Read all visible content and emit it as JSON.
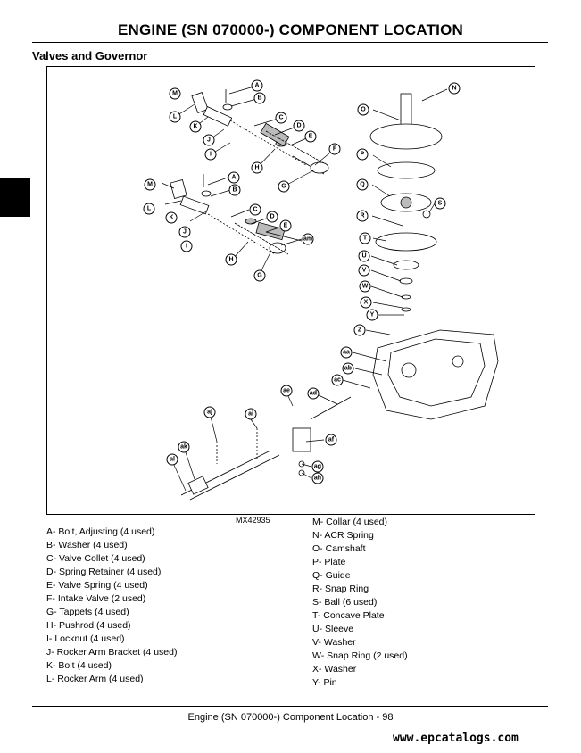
{
  "header": {
    "title": "ENGINE (SN 070000-)   COMPONENT LOCATION"
  },
  "section": {
    "title": "Valves and Governor"
  },
  "figure": {
    "id": "MX42935",
    "callouts": [
      "A",
      "B",
      "C",
      "D",
      "E",
      "F",
      "G",
      "H",
      "I",
      "J",
      "K",
      "L",
      "M",
      "N",
      "O",
      "P",
      "Q",
      "R",
      "S",
      "T",
      "U",
      "V",
      "W",
      "X",
      "Y",
      "Z",
      "aa",
      "ab",
      "ac",
      "ad",
      "ae",
      "af",
      "ag",
      "ah",
      "ai",
      "aj",
      "ak",
      "al",
      "am"
    ]
  },
  "legend": {
    "left": [
      "A- Bolt, Adjusting (4 used)",
      "B- Washer (4 used)",
      "C- Valve Collet (4 used)",
      "D- Spring Retainer (4 used)",
      "E- Valve Spring (4 used)",
      "F- Intake Valve (2 used)",
      "G-  Tappets (4 used)",
      "H- Pushrod (4 used)",
      "I- Locknut (4 used)",
      "J- Rocker Arm Bracket (4 used)",
      "K- Bolt (4 used)",
      "L- Rocker Arm (4 used)"
    ],
    "right": [
      "M- Collar (4 used)",
      "N- ACR Spring",
      "O- Camshaft",
      "P- Plate",
      "Q- Guide",
      "R- Snap Ring",
      "S- Ball (6 used)",
      "T- Concave Plate",
      "U- Sleeve",
      "V- Washer",
      "W- Snap Ring (2 used)",
      "X- Washer",
      "Y- Pin"
    ]
  },
  "footer": {
    "text": "Engine (SN 070000-)   Component Location - 98"
  },
  "watermark": {
    "text": "www.epcatalogs.com"
  }
}
